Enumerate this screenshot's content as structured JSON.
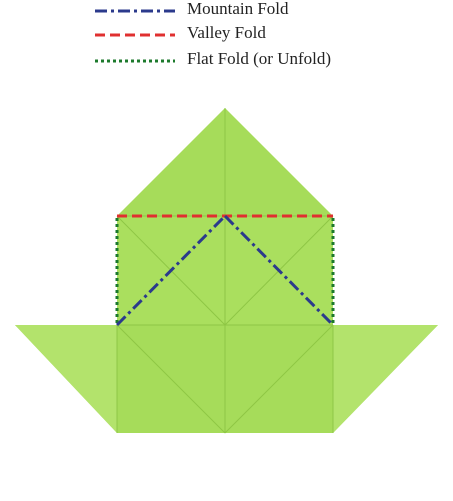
{
  "legend": {
    "items": [
      {
        "label": "Mountain Fold",
        "color": "#2b3a8c",
        "style": "dash-dot"
      },
      {
        "label": "Valley Fold",
        "color": "#e03030",
        "style": "dashed"
      },
      {
        "label": "Flat Fold (or Unfold)",
        "color": "#1c7a2c",
        "style": "dotted"
      }
    ]
  },
  "paper": {
    "fill": "#a6dc5a",
    "fill_light": "#b8e870",
    "crease": "#8cc443"
  },
  "lines": {
    "mountain_color": "#2b3a8c",
    "valley_color": "#e03030",
    "flat_color": "#1c7a2c"
  }
}
